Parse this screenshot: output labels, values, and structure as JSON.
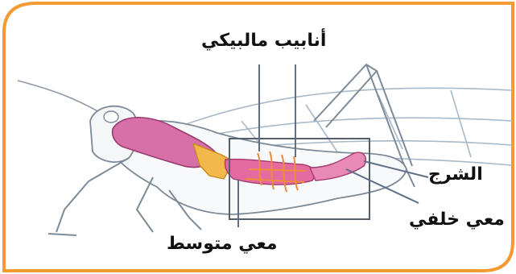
{
  "labels": {
    "malpighian": "أنابيب مالبيكي",
    "anus": "الشرج",
    "hindgut": "معي خلفي",
    "midgut": "معي متوسط"
  },
  "colors": {
    "frame_border": "#f39a33",
    "crop": "#d76fa8",
    "caeca": "#f2b84b",
    "tubules": "#f08a3c",
    "outline": "#5e6f86"
  }
}
